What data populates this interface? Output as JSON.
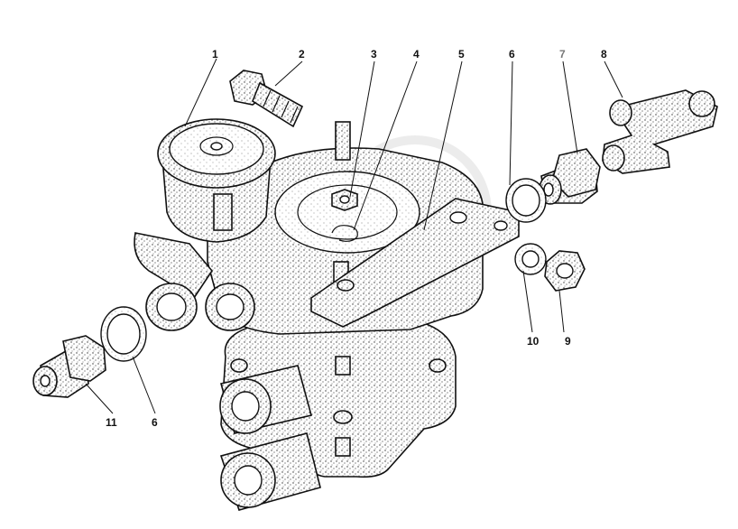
{
  "callouts": [
    {
      "id": "1",
      "label": "1"
    },
    {
      "id": "2",
      "label": "2"
    },
    {
      "id": "3",
      "label": "3"
    },
    {
      "id": "4",
      "label": "4"
    },
    {
      "id": "5",
      "label": "5"
    },
    {
      "id": "6a",
      "label": "6"
    },
    {
      "id": "7",
      "label": "7"
    },
    {
      "id": "8",
      "label": "8"
    },
    {
      "id": "9",
      "label": "9"
    },
    {
      "id": "10",
      "label": "10"
    },
    {
      "id": "11",
      "label": "11"
    },
    {
      "id": "6b",
      "label": "6"
    }
  ]
}
